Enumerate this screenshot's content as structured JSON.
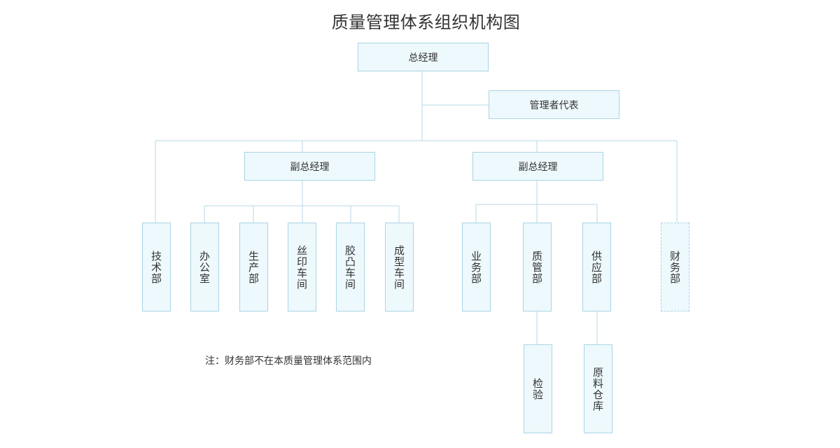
{
  "title": "质量管理体系组织机构图",
  "nodes": {
    "general_manager": "总经理",
    "management_rep": "管理者代表",
    "deputy_gm_left": "副总经理",
    "deputy_gm_right": "副总经理",
    "tech_dept": "技术部",
    "office": "办公室",
    "production_dept": "生产部",
    "silk_print_workshop": "丝印车间",
    "offset_workshop": "胶凸车间",
    "forming_workshop": "成型车间",
    "sales_dept": "业务部",
    "quality_dept": "质管部",
    "supply_dept": "供应部",
    "finance_dept": "财务部",
    "inspection": "检验",
    "raw_material_warehouse": "原料仓库"
  },
  "note": "注：财务部不在本质量管理体系范围内"
}
